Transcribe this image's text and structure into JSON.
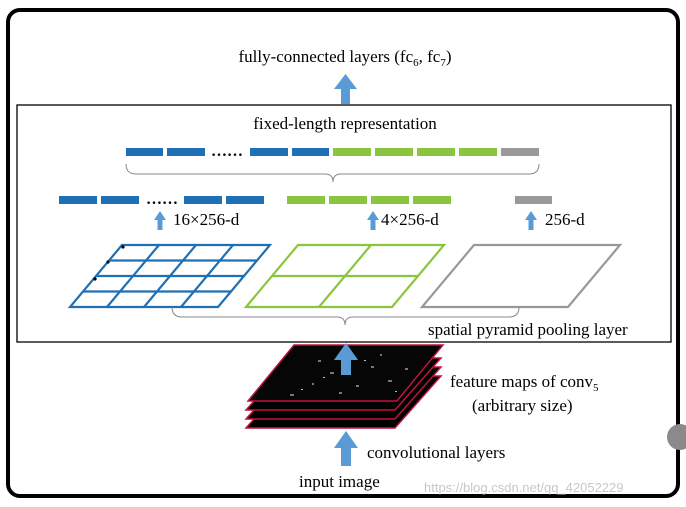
{
  "diagram": {
    "top_output_label": "fully-connected layers (fc",
    "top_output_sub1": "6",
    "top_output_mid": ", fc",
    "top_output_sub2": "7",
    "top_output_end": ")",
    "fixed_length_label": "fixed-length representation",
    "dots": "……",
    "level_16_label": "16×256-d",
    "level_4_label": "4×256-d",
    "level_1_label": "256-d",
    "spp_label": "spatial pyramid pooling layer",
    "feature_maps_label_main": "feature maps of conv",
    "feature_maps_label_sub": "5",
    "feature_maps_label_line2": "(arbitrary size)",
    "conv_layers_label": "convolutional layers",
    "input_label": "input image",
    "watermark": "https://blog.csdn.net/qq_42052229"
  },
  "colors": {
    "blue": "#1f6fb5",
    "green": "#8bc53f",
    "gray": "#999999",
    "arrow": "#5b9bd5",
    "feature_border": "#c0143c"
  },
  "icons": {
    "arrow": "up-arrow-icon",
    "side_button": "circle-button"
  }
}
